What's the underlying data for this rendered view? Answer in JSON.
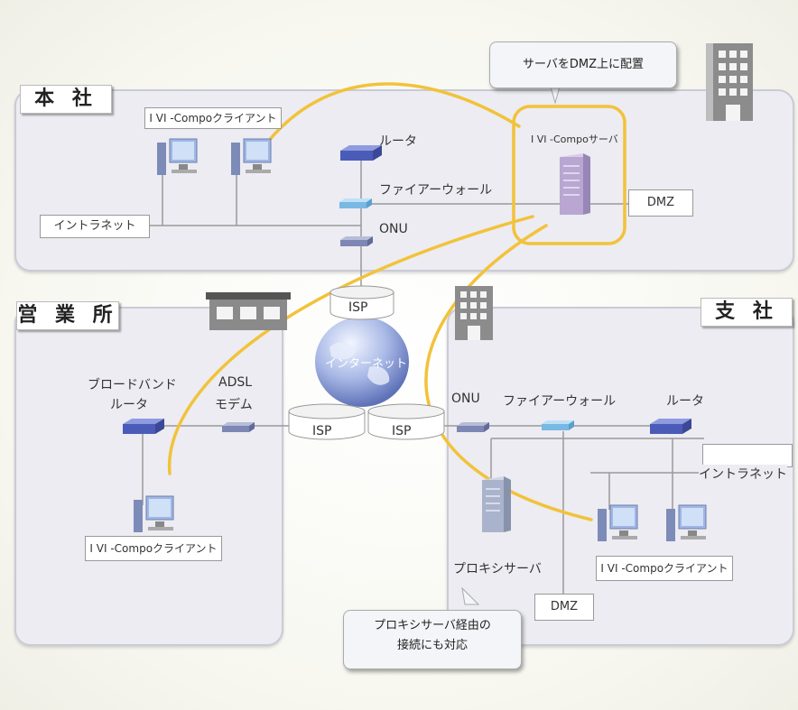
{
  "regions": {
    "honsha": "本 社",
    "eigyosho": "営 業 所",
    "shisha": "支 社"
  },
  "callouts": {
    "dmz_server": "サーバをDMZ上に配置",
    "proxy_line1": "プロキシサーバ経由の",
    "proxy_line2": "接続にも対応"
  },
  "honsha": {
    "client_label": "I VI -Compoクライアント",
    "intranet": "イントラネット",
    "router": "ルータ",
    "firewall": "ファイアーウォール",
    "onu": "ONU",
    "server_label": "I VI -Compoサーバ",
    "dmz": "DMZ"
  },
  "eigyosho": {
    "broadband_router_line1": "ブロードバンド",
    "broadband_router_line2": "ルータ",
    "adsl_line1": "ADSL",
    "adsl_line2": "モデム",
    "client_label": "I VI -Compoクライアント"
  },
  "center": {
    "isp_top": "ISP",
    "internet": "インターネット",
    "isp_left": "ISP",
    "isp_right": "ISP"
  },
  "shisha": {
    "onu": "ONU",
    "firewall": "ファイアーウォール",
    "router": "ルータ",
    "intranet": "イントラネット",
    "proxy_server": "プロキシサーバ",
    "dmz": "DMZ",
    "client_label": "I VI -Compoクライアント"
  },
  "colors": {
    "connection_line": "#f2c23a",
    "region_fill": "#ececf2",
    "device_blue": "#5b6cc9"
  }
}
